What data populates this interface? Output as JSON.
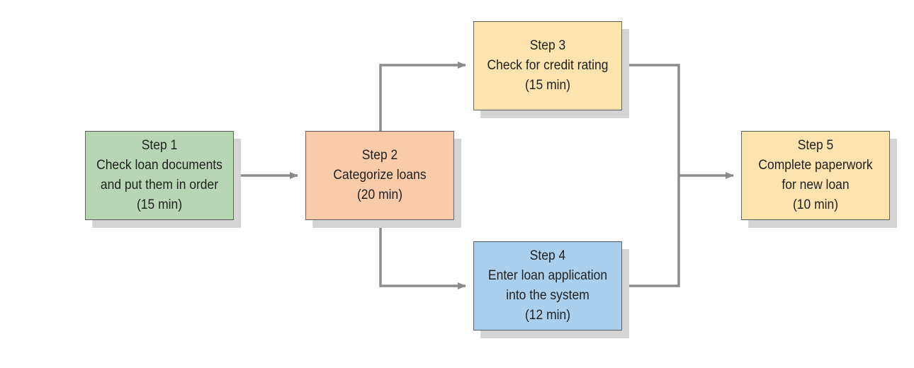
{
  "colors": {
    "connector": "#8c8c8c",
    "step1_fill": "#b7d7b4",
    "step2_fill": "#f9cbaa",
    "step3_fill": "#fde4ae",
    "step4_fill": "#aad0ee",
    "step5_fill": "#fde4ae",
    "shadow": "#d4d4d4"
  },
  "steps": [
    {
      "id": "step-1",
      "lines": [
        "Step 1",
        "Check loan documents",
        "and put them in order",
        "(15 min)"
      ]
    },
    {
      "id": "step-2",
      "lines": [
        "Step 2",
        "Categorize loans",
        "(20 min)"
      ]
    },
    {
      "id": "step-3",
      "lines": [
        "Step 3",
        "Check for credit rating",
        "(15 min)"
      ]
    },
    {
      "id": "step-4",
      "lines": [
        "Step 4",
        "Enter loan application",
        "into the system",
        "(12 min)"
      ]
    },
    {
      "id": "step-5",
      "lines": [
        "Step 5",
        "Complete paperwork",
        "for new loan",
        "(10 min)"
      ]
    }
  ],
  "edges": [
    {
      "from": "step-1",
      "to": "step-2"
    },
    {
      "from": "step-2",
      "to": "step-3"
    },
    {
      "from": "step-2",
      "to": "step-4"
    },
    {
      "from": "step-3",
      "to": "step-5"
    },
    {
      "from": "step-4",
      "to": "step-5"
    }
  ]
}
